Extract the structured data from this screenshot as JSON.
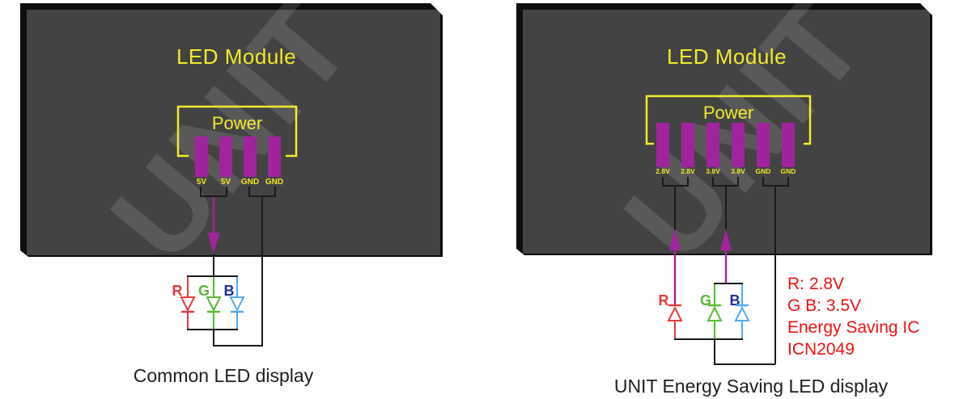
{
  "colors": {
    "panel_face": "#434343",
    "panel_edge": "#0e0e0e",
    "yellow": "#f2ea2c",
    "magenta_pin_arrow": "#a0249c",
    "wire_black": "#1a1a1a",
    "led_red": "#e63b3b",
    "led_green": "#55bb33",
    "led_blue_diode": "#55aaee",
    "led_blue_label": "#20309c",
    "annotation_red": "#ee1111",
    "caption_black": "#1f1f1f",
    "watermark": "rgba(255,255,255,0.12)"
  },
  "left": {
    "title": "LED Module",
    "watermark": "UNIT",
    "power_label": "Power",
    "pins": [
      "5V",
      "5V",
      "GND",
      "GND"
    ],
    "leds": [
      {
        "label": "R"
      },
      {
        "label": "G"
      },
      {
        "label": "B"
      }
    ],
    "caption": "Common LED display"
  },
  "right": {
    "title": "LED Module",
    "watermark": "UNIT",
    "power_label": "Power",
    "pins": [
      "2.8V",
      "2.8V",
      "3.8V",
      "3.8V",
      "GND",
      "GND"
    ],
    "leds": [
      {
        "label": "R"
      },
      {
        "label": "G"
      },
      {
        "label": "B"
      }
    ],
    "annotation": [
      "R: 2.8V",
      "G B: 3.5V",
      "Energy Saving IC",
      "ICN2049"
    ],
    "caption": "UNIT Energy Saving LED display"
  }
}
